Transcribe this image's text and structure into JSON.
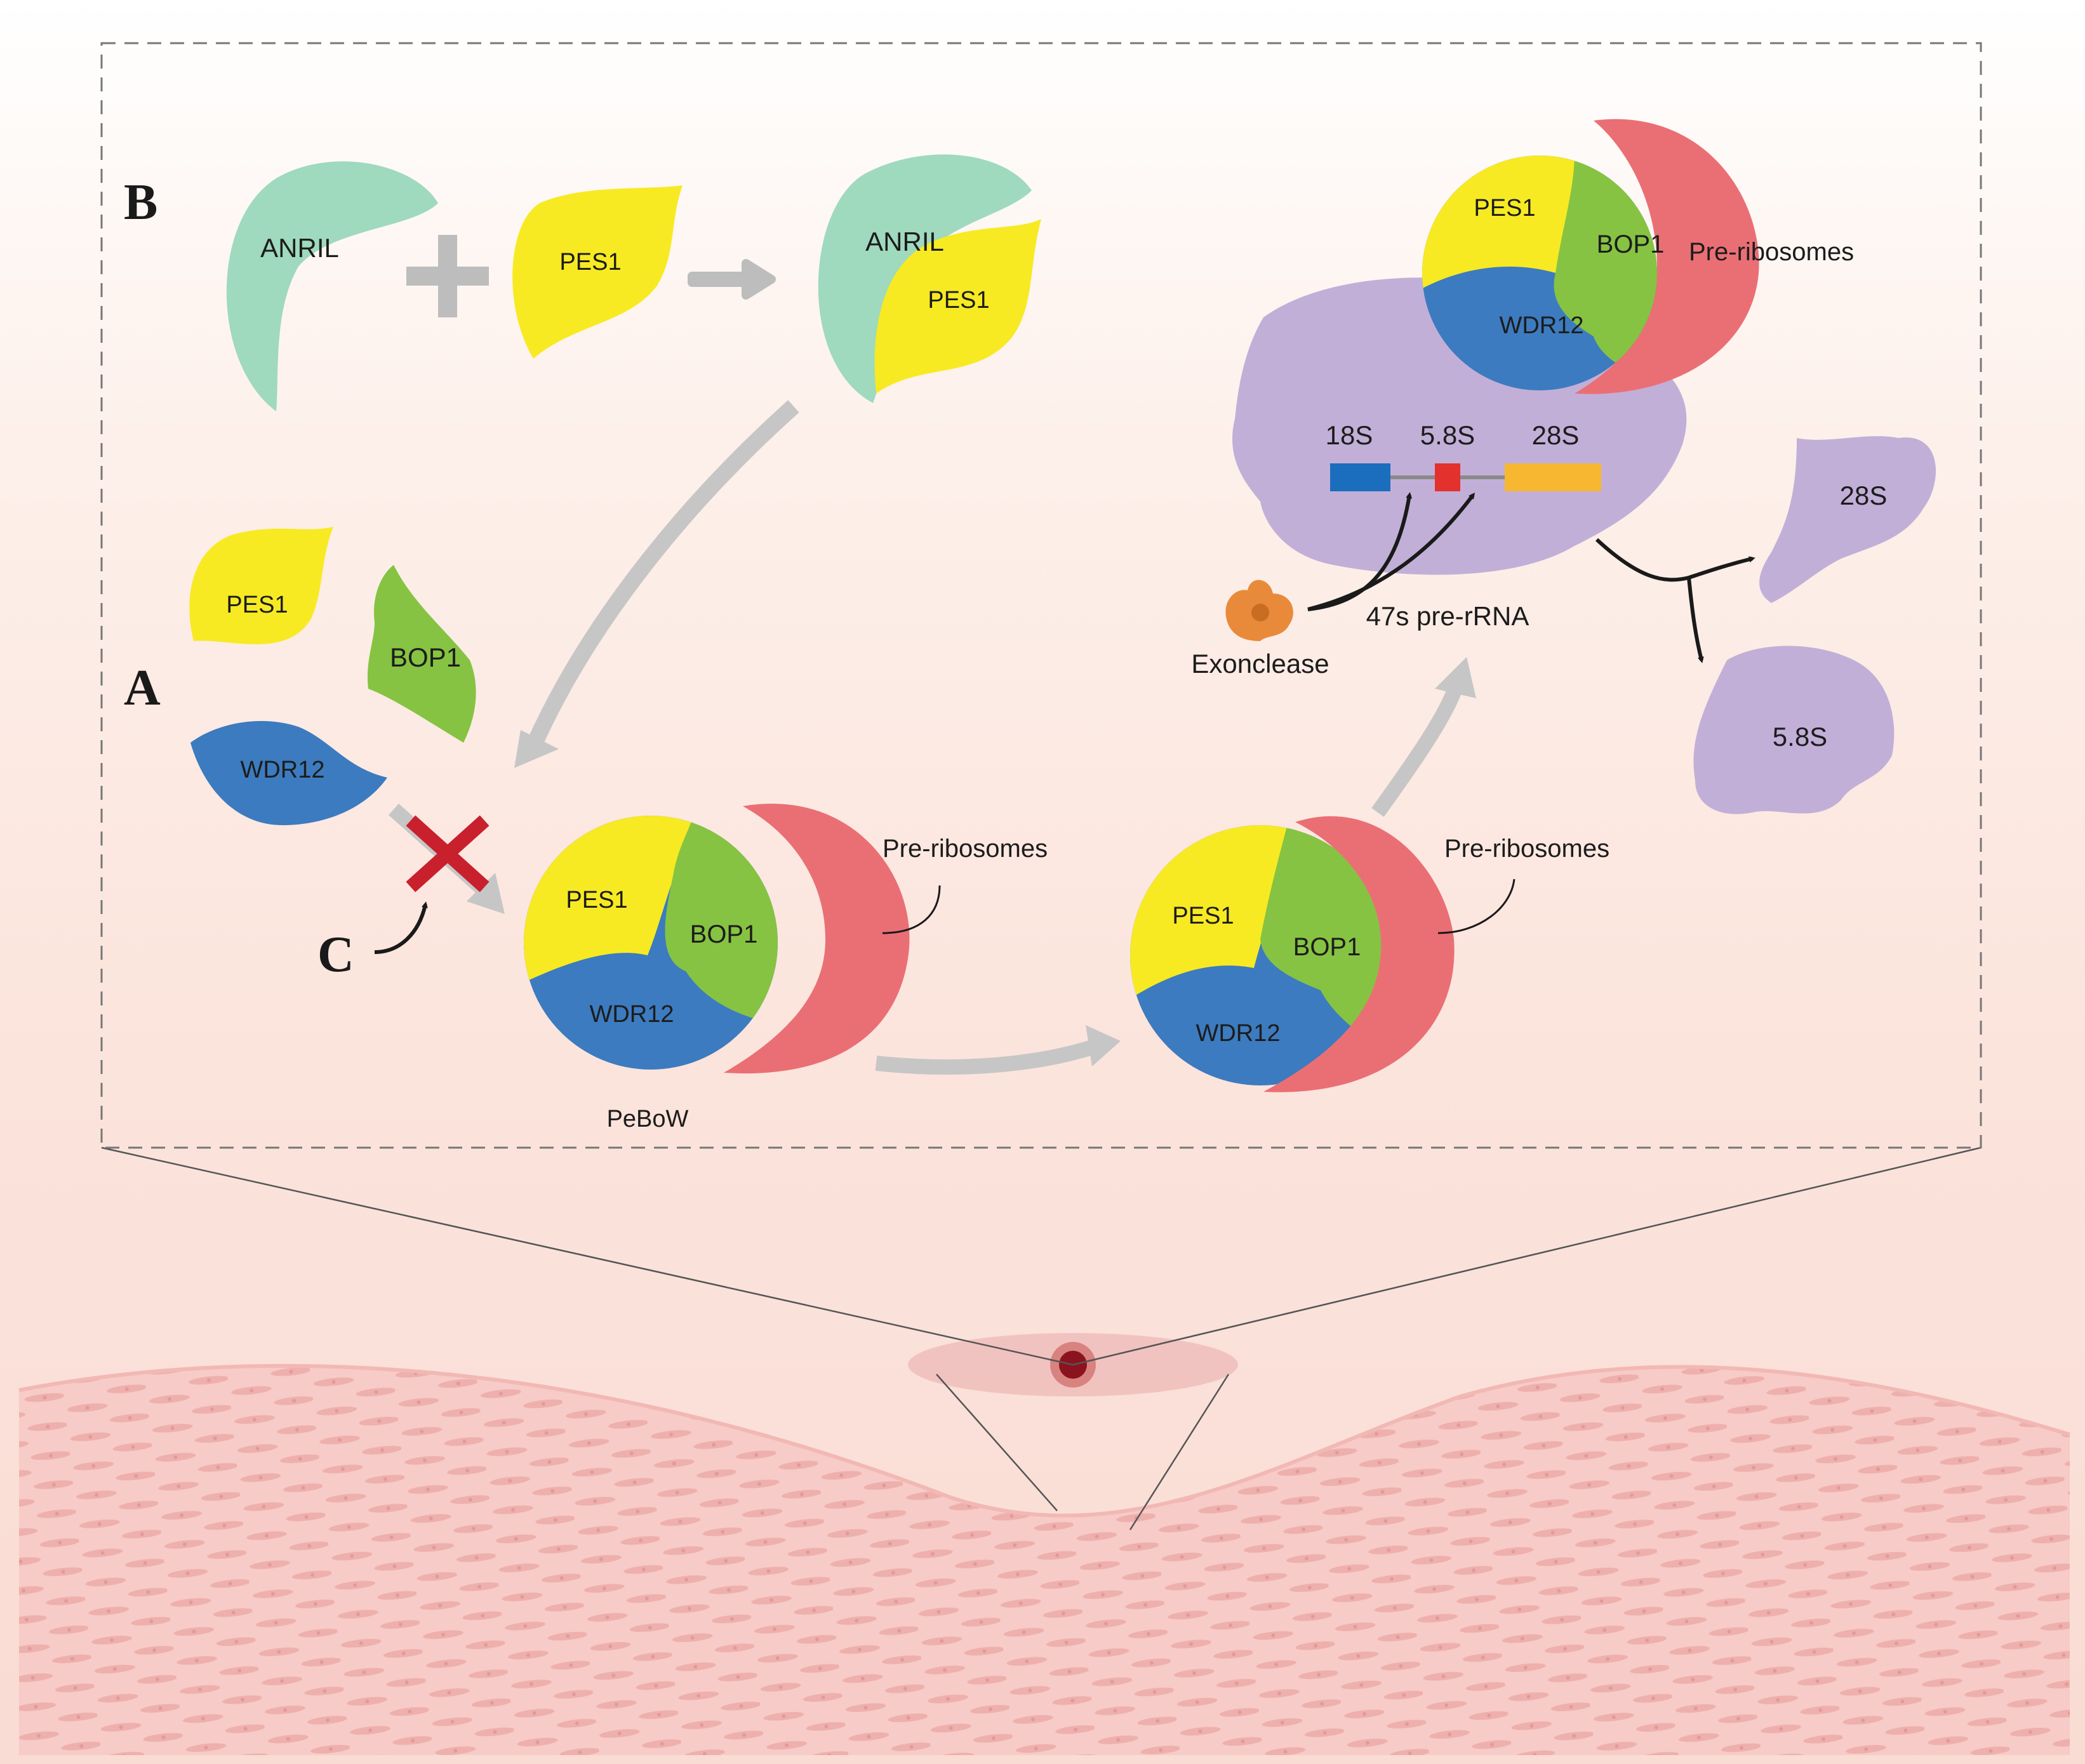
{
  "panel_labels": {
    "a": "A",
    "b": "B",
    "c": "C"
  },
  "proteins": {
    "anril": "ANRIL",
    "pes1": "PES1",
    "bop1": "BOP1",
    "wdr12": "WDR12"
  },
  "labels": {
    "pre_ribosomes": "Pre-ribosomes",
    "pebow": "PeBoW",
    "exonuclease": "Exonclease",
    "pre_rrna": "47s pre-rRNA",
    "rrna_18s": "18S",
    "rrna_58s": "5.8S",
    "rrna_28s": "28S",
    "product_28s": "28S",
    "product_58s": "5.8S"
  },
  "colors": {
    "anril": "#9fd9be",
    "pes1": "#f7ea23",
    "bop1": "#86c342",
    "wdr12": "#3c7bbf",
    "pre_ribosome": "#ea6f75",
    "rrna_particle": "#c2afd8",
    "rrna_18s": "#1b6dbd",
    "rrna_58s": "#e3312d",
    "rrna_28s": "#f7b731",
    "block_mark": "#c8202c",
    "arrow_gray": "#bdbdbd",
    "exonuclease": "#e98a3a",
    "tissue": "#f7c9c6"
  },
  "icons": {
    "plus": "plus-icon",
    "block": "x-mark-icon",
    "exonuclease": "exonuclease-blob-icon"
  }
}
